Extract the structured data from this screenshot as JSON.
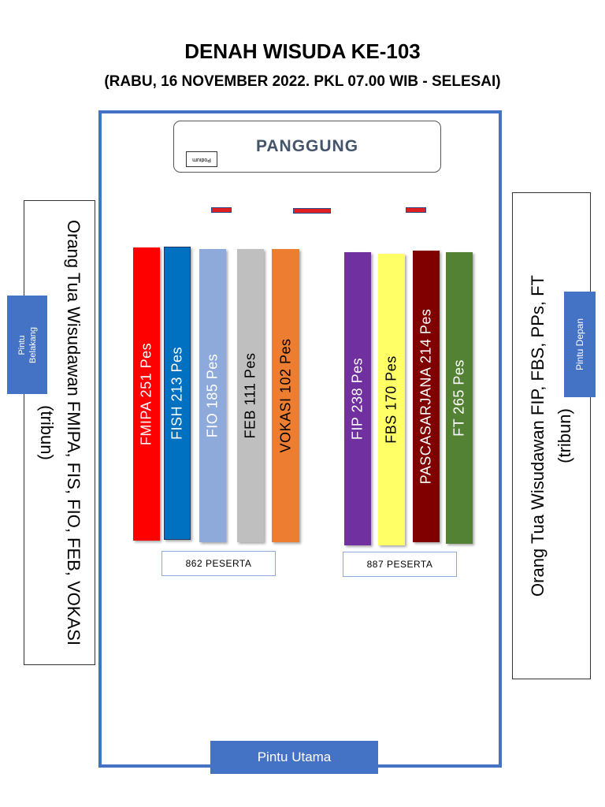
{
  "header": {
    "title": "DENAH WISUDA KE-103",
    "subtitle": "(RABU, 16 NOVEMBER 2022. PKL 07.00 WIB - SELESAI)"
  },
  "stage": {
    "label": "PANGGUNG",
    "podium_label": "Podium"
  },
  "columns_left": [
    {
      "label": "FMIPA  251 Pes",
      "color": "#ff0000",
      "text_color": "#ffffff"
    },
    {
      "label": "FISH  213  Pes",
      "color": "#0070c0",
      "text_color": "#ffffff"
    },
    {
      "label": "FIO   185 Pes",
      "color": "#8eaadb",
      "text_color": "#ffffff"
    },
    {
      "label": "FEB  111  Pes",
      "color": "#bfbfbf",
      "text_color": "#000000"
    },
    {
      "label": "VOKASI  102  Pes",
      "color": "#ed7d31",
      "text_color": "#000000"
    }
  ],
  "columns_right": [
    {
      "label": "FIP  238 Pes",
      "color": "#7030a0",
      "text_color": "#ffffff"
    },
    {
      "label": "FBS 170  Pes",
      "color": "#ffff66",
      "text_color": "#000000"
    },
    {
      "label": "PASCASARJANA  214  Pes",
      "color": "#800000",
      "text_color": "#ffffff"
    },
    {
      "label": "FT   265  Pes",
      "color": "#548235",
      "text_color": "#ffffff"
    }
  ],
  "totals": {
    "left": "862   PESERTA",
    "right": "887   PESERTA"
  },
  "left_tribune": {
    "line1": "Orang Tua Wisudawan FMIPA, FIS, FIO, FEB, VOKASI",
    "line2": "(tribun)"
  },
  "right_tribune": {
    "line1": "Orang Tua Wisudawan FIP, FBS, PPs, FT",
    "line2": "(tribun)"
  },
  "doors": {
    "back_line1": "Pintu",
    "back_line2": "Belakang",
    "front": "Pintu  Depan",
    "main": "Pintu Utama"
  },
  "colors": {
    "hall_border": "#4472c4",
    "door_fill": "#4472c4",
    "marker": "#e02020"
  }
}
